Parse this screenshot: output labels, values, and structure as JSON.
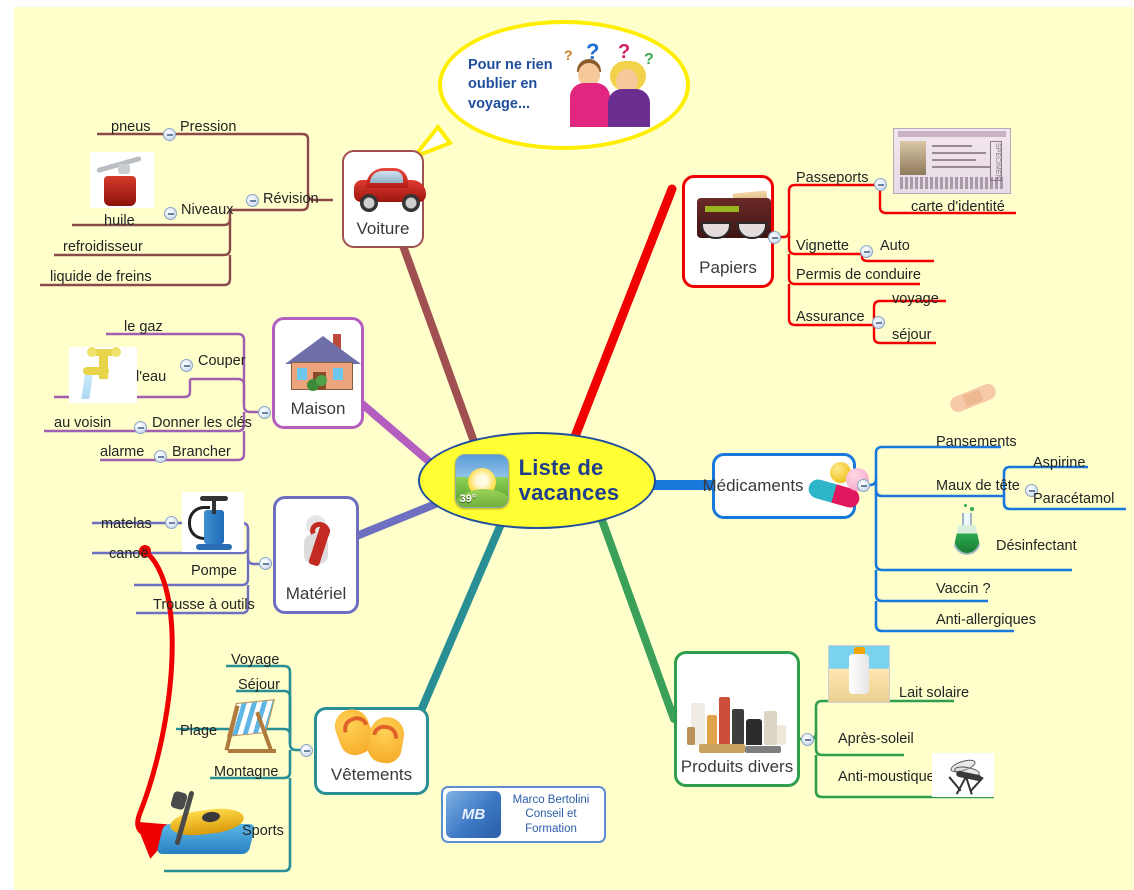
{
  "meta": {
    "canvas_background": "#ffffcc",
    "page_background": "#ffffff"
  },
  "bubble": {
    "text": "Pour ne rien oublier en voyage...",
    "border_color": "#ffee00",
    "text_color": "#1f4e9c",
    "question_marks": [
      "?",
      "?",
      "?",
      "?"
    ]
  },
  "central": {
    "title_line1": "Liste de",
    "title_line2": "vacances",
    "icon_name": "weather-sun-icon",
    "icon_temperature": "39°",
    "fill": "#ffff33",
    "border": "#1f4e9c"
  },
  "branches": [
    {
      "id": "voiture",
      "label": "Voiture",
      "color": "#a05050",
      "icon_name": "red-car-icon",
      "children": [
        {
          "label": "Révision",
          "children": [
            {
              "label": "Pression",
              "children": [
                {
                  "label": "pneus"
                }
              ]
            },
            {
              "label": "Niveaux",
              "children": [
                {
                  "label": "huile",
                  "icon_name": "oil-can-icon"
                },
                {
                  "label": "refroidisseur"
                },
                {
                  "label": "liquide de freins"
                }
              ]
            }
          ]
        }
      ]
    },
    {
      "id": "papiers",
      "label": "Papiers",
      "color": "#f00000",
      "icon_name": "wallet-glasses-icon",
      "children": [
        {
          "label": "Passeports",
          "children": [
            {
              "label": "carte d'identité",
              "icon_name": "id-card-icon"
            }
          ]
        },
        {
          "label": "Vignette",
          "children": [
            {
              "label": "Auto"
            }
          ]
        },
        {
          "label": "Permis de conduire"
        },
        {
          "label": "Assurance",
          "children": [
            {
              "label": "voyage"
            },
            {
              "label": "séjour"
            }
          ]
        }
      ]
    },
    {
      "id": "maison",
      "label": "Maison",
      "color": "#b45fc0",
      "icon_name": "house-icon",
      "children": [
        {
          "label": "Couper",
          "children": [
            {
              "label": "le gaz"
            },
            {
              "label": "l'eau",
              "icon_name": "faucet-icon"
            }
          ]
        },
        {
          "label": "Donner les clés",
          "children": [
            {
              "label": "au voisin"
            }
          ]
        },
        {
          "label": "Brancher",
          "children": [
            {
              "label": "alarme"
            }
          ]
        }
      ]
    },
    {
      "id": "materiel",
      "label": "Matériel",
      "color": "#6e6fc0",
      "icon_name": "wrench-man-icon",
      "children": [
        {
          "label": "Pompe",
          "icon_name": "hand-pump-icon",
          "children": [
            {
              "label": "matelas"
            },
            {
              "label": "canoë"
            }
          ]
        },
        {
          "label": "Trousse à outils"
        }
      ]
    },
    {
      "id": "medicaments",
      "label": "Médicaments",
      "color": "#1878dc",
      "icon_name": "pills-icon",
      "children": [
        {
          "label": "Pansements",
          "icon_name": "bandage-icon"
        },
        {
          "label": "Maux de tête",
          "children": [
            {
              "label": "Aspirine"
            },
            {
              "label": "Paracétamol"
            }
          ]
        },
        {
          "label": "Désinfectant",
          "icon_name": "flask-icon"
        },
        {
          "label": "Vaccin ?"
        },
        {
          "label": "Anti-allergiques"
        }
      ]
    },
    {
      "id": "vetements",
      "label": "Vêtements",
      "color": "#2a8f95",
      "icon_name": "flip-flops-icon",
      "children": [
        {
          "label": "Voyage"
        },
        {
          "label": "Séjour"
        },
        {
          "label": "Plage",
          "icon_name": "deck-chair-icon"
        },
        {
          "label": "Montagne"
        },
        {
          "label": "Sports",
          "icon_name": "kayak-icon"
        }
      ]
    },
    {
      "id": "produits",
      "label": "Produits divers",
      "color": "#2f9e4f",
      "icon_name": "toiletries-icon",
      "children": [
        {
          "label": "Lait solaire",
          "icon_name": "sunscreen-icon"
        },
        {
          "label": "Après-soleil"
        },
        {
          "label": "Anti-moustiques",
          "icon_name": "mosquito-icon"
        }
      ]
    }
  ],
  "relationship_arrow": {
    "from": "canoë",
    "to": "Sports",
    "color": "#ee0000"
  },
  "logo": {
    "initials": "MB",
    "line1": "Marco Bertolini",
    "line2": "Conseil et",
    "line3": "Formation",
    "color": "#2b5ea8"
  }
}
